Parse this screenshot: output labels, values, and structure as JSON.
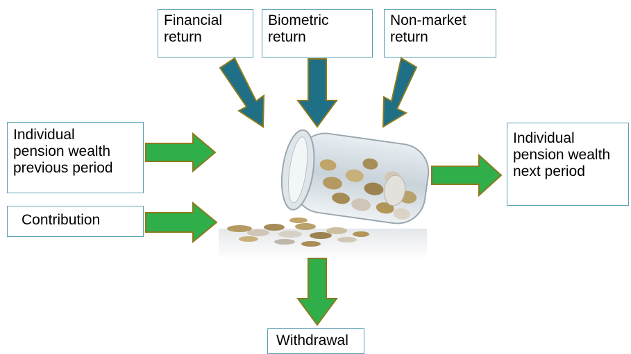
{
  "boxes": {
    "financial_return": "Financial\nreturn",
    "biometric_return": "Biometric\nreturn",
    "non_market_return": "Non-market\n return",
    "wealth_previous": "Individual\npension wealth\nprevious period",
    "contribution": "Contribution",
    "wealth_next": "Individual\npension wealth\nnext period",
    "withdrawal": "Withdrawal"
  },
  "colors": {
    "box_border": "#5aa0b4",
    "inflow_arrow": "#2fae4a",
    "outflow_arrow": "#2fae4a",
    "return_arrow": "#1f6f86",
    "arrow_outline": "#8a7a1e"
  },
  "image": {
    "subject": "glass jar tipped over spilling coins"
  }
}
